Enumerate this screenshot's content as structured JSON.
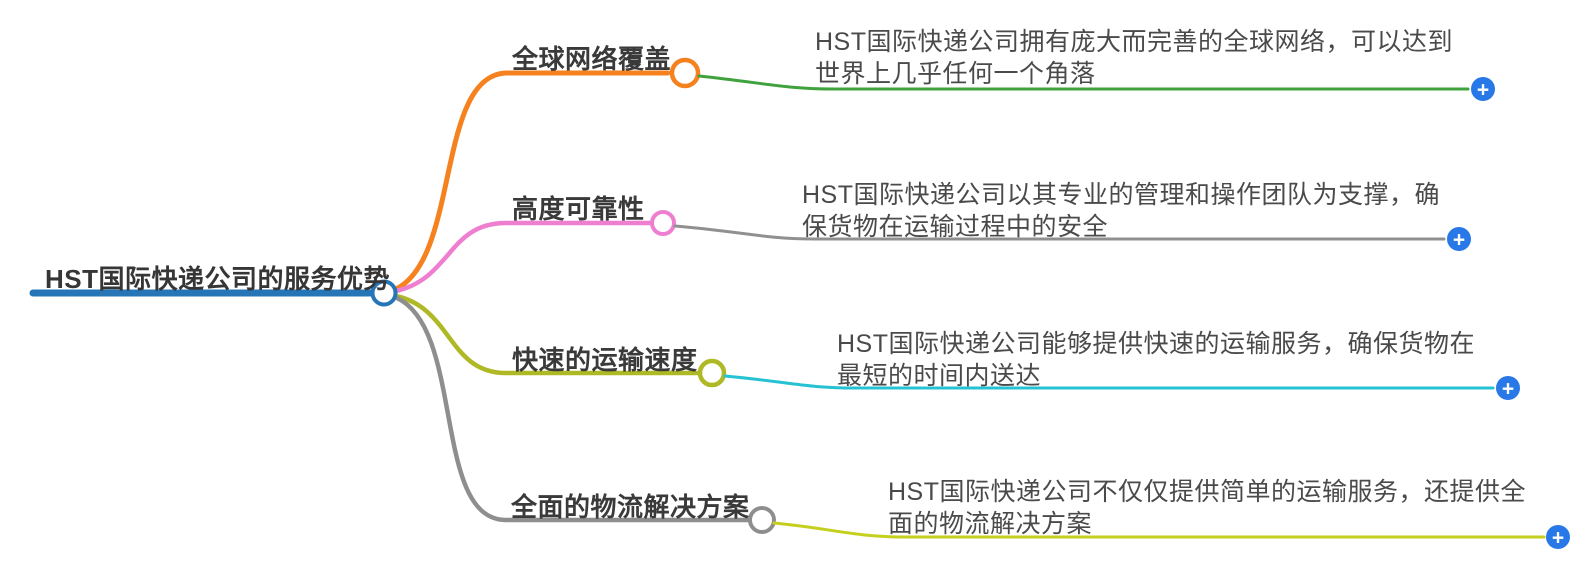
{
  "root": {
    "label": "HST国际快递公司的服务优势",
    "color": "#2575B7"
  },
  "add_button": {
    "symbol": "+",
    "color": "#2878E8"
  },
  "branches": [
    {
      "label": "全球网络覆盖",
      "color": "#F5821F",
      "detail_color": "#3FA23C",
      "detail_lines": [
        "HST国际快递公司拥有庞大而完善的全球网络，可以达到",
        "世界上几乎任何一个角落"
      ]
    },
    {
      "label": "高度可靠性",
      "color": "#EE7FD0",
      "detail_color": "#909090",
      "detail_lines": [
        "HST国际快递公司以其专业的管理和操作团队为支撑，确",
        "保货物在运输过程中的安全"
      ]
    },
    {
      "label": "快速的运输速度",
      "color": "#AFB926",
      "detail_color": "#25C2D4",
      "detail_lines": [
        "HST国际快递公司能够提供快速的运输服务，确保货物在",
        "最短的时间内送达"
      ]
    },
    {
      "label": "全面的物流解决方案",
      "color": "#8E8E8E",
      "detail_color": "#C5CF1E",
      "detail_lines": [
        "HST国际快递公司不仅仅提供简单的运输服务，还提供全",
        "面的物流解决方案"
      ]
    }
  ]
}
